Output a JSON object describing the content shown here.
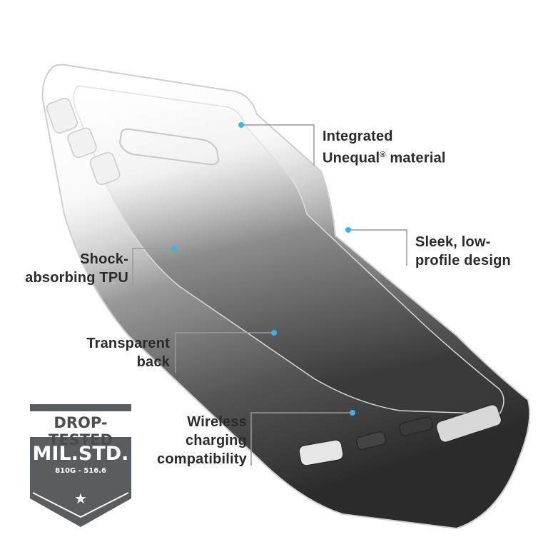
{
  "callouts": {
    "integrated": {
      "line1": "Integrated",
      "line2": "Unequal",
      "reg": "®",
      "line2_rest": " material"
    },
    "sleek": {
      "line1": "Sleek, low-",
      "line2": "profile design"
    },
    "shock": {
      "line1": "Shock-",
      "line2": "absorbing TPU"
    },
    "transparent": {
      "line1": "Transparent",
      "line2": "back"
    },
    "wireless": {
      "line1": "Wireless",
      "line2": "charging",
      "line3": "compatibility"
    }
  },
  "badge": {
    "title": "DROP-TESTED",
    "main": "MIL.STD.",
    "sub": "810G - 516.6",
    "star": "★"
  },
  "colors": {
    "accent_dot": "#3db2ea",
    "text": "#2a2a2a",
    "badge_fill": "#5a5d60",
    "leader_line": "#9a9a9a"
  }
}
